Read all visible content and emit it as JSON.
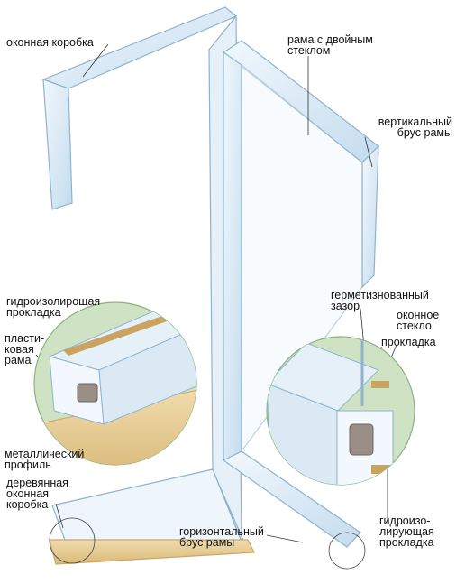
{
  "labels": {
    "window_box": "оконная коробка",
    "double_glazed_sash": "рама с двойным\nстеклом",
    "vertical_sash_bar": "вертикальный\nбрус рамы",
    "sealed_gap": "герметизнованный\nзазор",
    "window_glass": "оконное\nстекло",
    "gasket": "прокладка",
    "waterproof_gasket_left": "гидроизолирощая\nпрокладка",
    "plastic_frame": "пласти-\nковая\nрама",
    "metal_profile": "металлический\nпрофиль",
    "wooden_window_box": "деревянная\nоконная\nкоробка",
    "horizontal_sash_bar": "горизонтальный\nбрус рамы",
    "waterproof_gasket_right": "гидроизо-\nлирующая\nпрокладка"
  },
  "colors": {
    "frame_fill": "#dbe9f5",
    "frame_edge": "#8fb3cf",
    "inset_bg": "#cfe3c4",
    "wood": "#e8cf9c",
    "metal": "#9a8f86",
    "gasket": "#c8a460"
  }
}
